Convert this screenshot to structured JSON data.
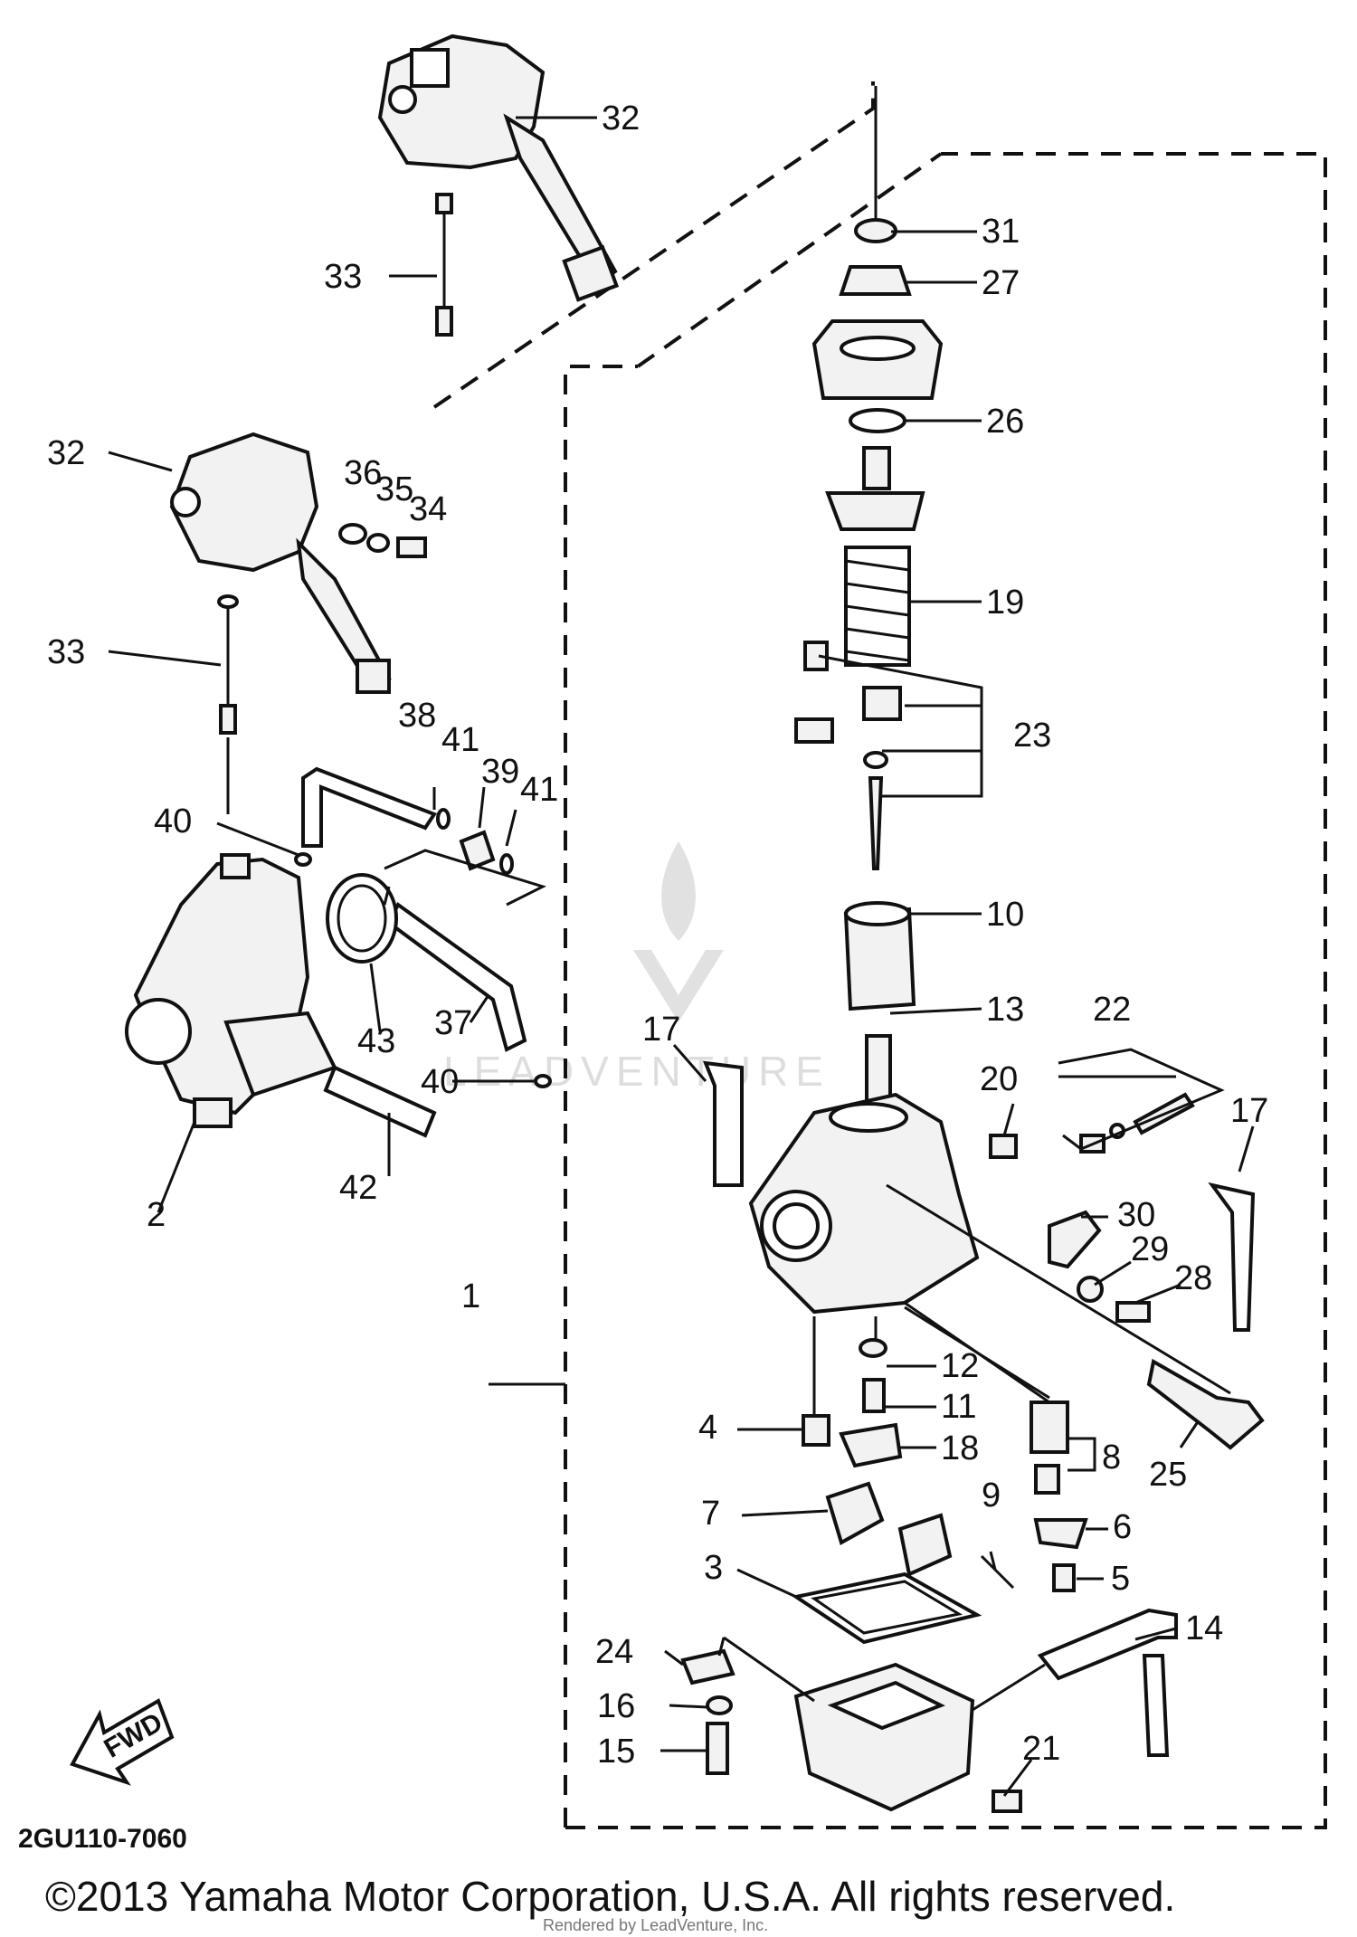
{
  "diagram": {
    "code": "2GU110-7060",
    "fwd": "FWD",
    "copyright": "©2013 Yamaha Motor Corporation, U.S.A. All rights reserved.",
    "credit": "Rendered by LeadVenture, Inc.",
    "watermark": "LEADVENTURE",
    "labels": {
      "l1": "1",
      "l2": "2",
      "l3": "3",
      "l4": "4",
      "l5": "5",
      "l6": "6",
      "l7": "7",
      "l8": "8",
      "l9": "9",
      "l10": "10",
      "l11": "11",
      "l12": "12",
      "l13": "13",
      "l14": "14",
      "l15": "15",
      "l16": "16",
      "l17a": "17",
      "l17b": "17",
      "l18": "18",
      "l19": "19",
      "l20": "20",
      "l21": "21",
      "l22": "22",
      "l23": "23",
      "l24": "24",
      "l25": "25",
      "l26": "26",
      "l27": "27",
      "l28": "28",
      "l29": "29",
      "l30": "30",
      "l31": "31",
      "l32a": "32",
      "l32b": "32",
      "l33a": "33",
      "l33b": "33",
      "l34": "34",
      "l35": "35",
      "l36": "36",
      "l37": "37",
      "l38": "38",
      "l39": "39",
      "l40a": "40",
      "l40b": "40",
      "l41a": "41",
      "l41b": "41",
      "l42": "42",
      "l43": "43"
    }
  }
}
